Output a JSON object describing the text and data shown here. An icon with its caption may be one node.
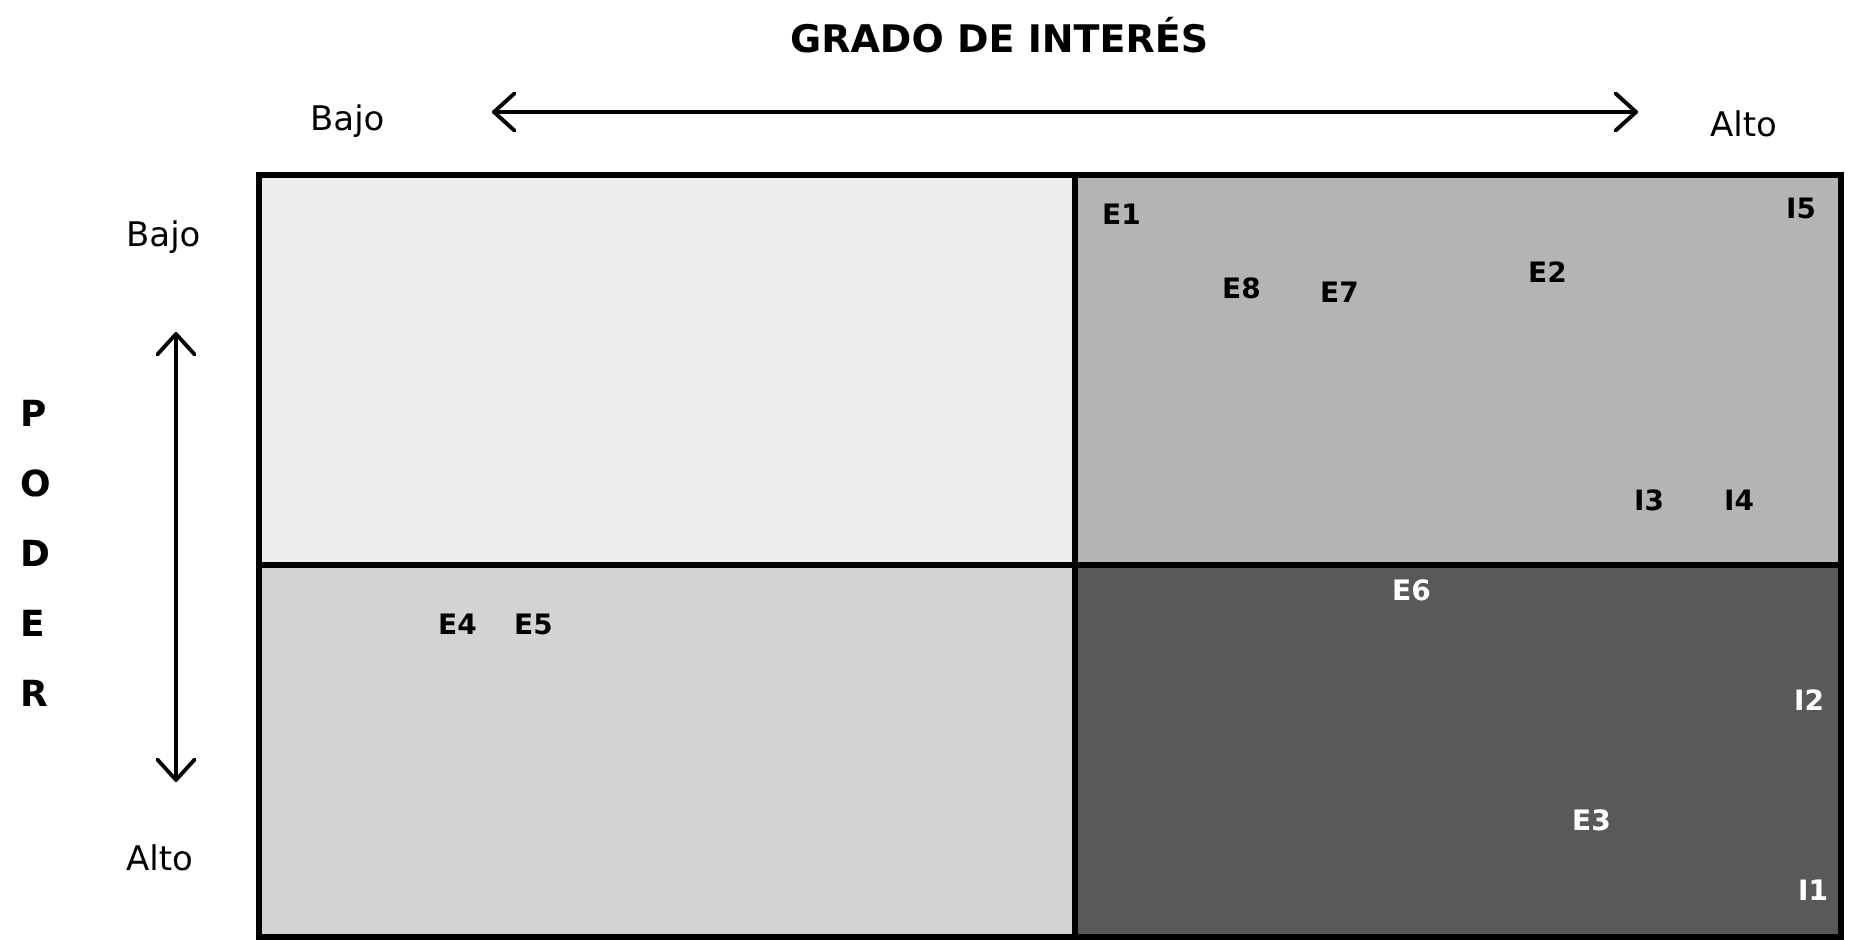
{
  "diagram": {
    "nodes": [
      {
        "text": [],
        "shape": "box"
      },
      {
        "text": [
          "E1",
          "I5",
          "E8",
          "E7",
          "E2",
          "I3",
          "I4"
        ]
      },
      {
        "text": [
          "E4",
          "E5"
        ]
      },
      {
        "text": [
          "E6",
          "I2",
          "E3",
          "I1"
        ]
      }
    ],
    "labels": [
      "GRADO DE INTERÉS",
      "Bajo",
      "Alto",
      "Bajo",
      "PODER",
      "Alto"
    ]
  }
}
